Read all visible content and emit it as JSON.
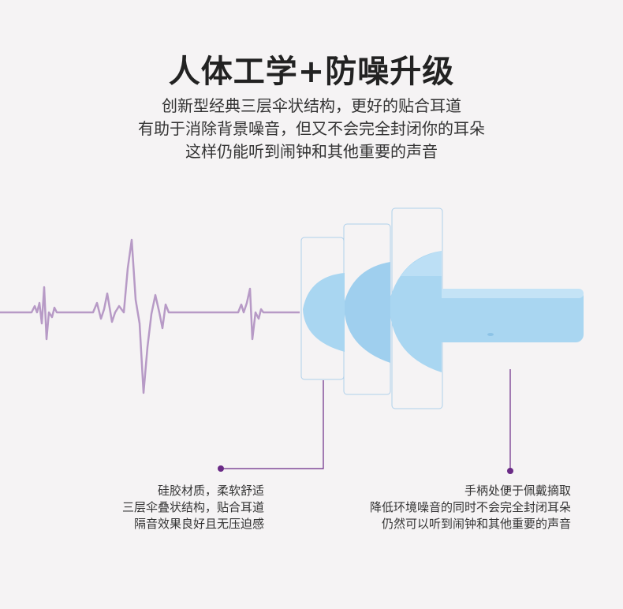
{
  "title": "人体工学+防噪升级",
  "intro": {
    "line1": "创新型经典三层伞状结构，更好的贴合耳道",
    "line2": "有助于消除背景噪音，但又不会完全封闭你的耳朵",
    "line3": "这样仍能听到闹钟和其他重要的声音"
  },
  "caption_left": {
    "line1": "硅胶材质，柔软舒适",
    "line2": "三层伞叠状结构，贴合耳道",
    "line3": "隔音效果良好且无压迫感"
  },
  "caption_right": {
    "line1": "手柄处便于佩戴摘取",
    "line2": "降低环境噪音的同时不会完全封闭耳朵",
    "line3": "仍然可以听到闹钟和其他重要的声音"
  },
  "colors": {
    "background": "#f5f3f4",
    "waveform": "#b79ac6",
    "earplug": "#a9d6f1",
    "earplug_shadow": "#8cc3e6",
    "outline": "#aed0ea",
    "pointer": "#6a2a86"
  }
}
